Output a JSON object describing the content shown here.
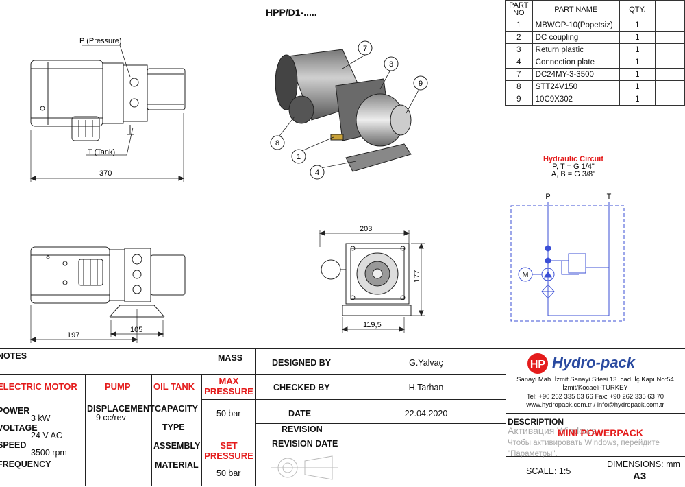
{
  "drawing_title": "HPP/D1-.....",
  "parts_table": {
    "headers": {
      "part_no": "PART\nNO",
      "part_name": "PART NAME",
      "qty": "QTY."
    },
    "rows": [
      {
        "no": "1",
        "name": "MBWOP-10(Popetsiz)",
        "qty": "1"
      },
      {
        "no": "2",
        "name": "DC coupling",
        "qty": "1"
      },
      {
        "no": "3",
        "name": "Return plastic",
        "qty": "1"
      },
      {
        "no": "4",
        "name": "Connection plate",
        "qty": "1"
      },
      {
        "no": "7",
        "name": "DC24MY-3-3500",
        "qty": "1"
      },
      {
        "no": "8",
        "name": "STT24V150",
        "qty": "1"
      },
      {
        "no": "9",
        "name": "10C9X302",
        "qty": "1"
      }
    ]
  },
  "side_view": {
    "pressure_label": "P (Pressure)",
    "tank_label": "T (Tank)",
    "dim_length": "370"
  },
  "top_view": {
    "dim_a": "197",
    "dim_b": "105"
  },
  "front_view": {
    "dim_width": "203",
    "dim_height": "177",
    "dim_offset": "119,5"
  },
  "iso_balloons": [
    "7",
    "3",
    "9",
    "8",
    "1",
    "4"
  ],
  "hydraulic": {
    "title": "Hydraulic Circuit",
    "line1": "P, T = G 1/4\"",
    "line2": "A, B = G 3/8\"",
    "port_p": "P",
    "port_t": "T",
    "motor": "M"
  },
  "title_block": {
    "notes": "NOTES",
    "electric_motor": "ELECTRIC MOTOR",
    "pump": "PUMP",
    "oil_tank": "OIL TANK",
    "mass": "MASS",
    "max_pressure": "MAX\nPRESSURE",
    "power_label": "POWER",
    "power_value": "3 kW",
    "voltage_label": "VOLTAGE",
    "voltage_value": "24 V AC",
    "speed_label": "SPEED",
    "speed_value": "3500 rpm",
    "frequency_label": "FREQUENCY",
    "displacement_label": "DISPLACEMENT",
    "displacement_value": "9 cc/rev",
    "capacity_label": "CAPACITY",
    "type_label": "TYPE",
    "assembly_label": "ASSEMBLY",
    "material_label": "MATERIAL",
    "max_pressure_value": "50 bar",
    "set_pressure": "SET\nPRESSURE",
    "set_pressure_value": "50 bar",
    "designed_by_label": "DESIGNED BY",
    "designed_by": "G.Yalvaç",
    "checked_by_label": "CHECKED BY",
    "checked_by": "H.Tarhan",
    "date_label": "DATE",
    "date": "22.04.2020",
    "revision_label": "REVISION",
    "revision_date_label": "REVISION DATE",
    "company_logo": "Hydro-pack",
    "address1": "Sanayi Mah. İzmit Sanayi Sitesi 13. cad. İç Kapı No:54",
    "address2": "İzmit/Kocaeli-TURKEY",
    "phone": "Tel: +90 262 335 63 66 Fax: +90 262 335 63 70",
    "web": "www.hydropack.com.tr / info@hydropack.com.tr",
    "description_label": "DESCRIPTION",
    "description": "MINI POWERPACK",
    "watermark1": "Активация Windows",
    "watermark2": "Чтобы активировать Windows, перейдите",
    "watermark3": "\"Параметры\".",
    "scale": "SCALE: 1:5",
    "dimensions": "DIMENSIONS: mm",
    "sheet": "A3"
  },
  "colors": {
    "red": "#e41b1b",
    "logo_blue": "#2a4aa0",
    "circuit_blue": "#3b4fd6"
  }
}
